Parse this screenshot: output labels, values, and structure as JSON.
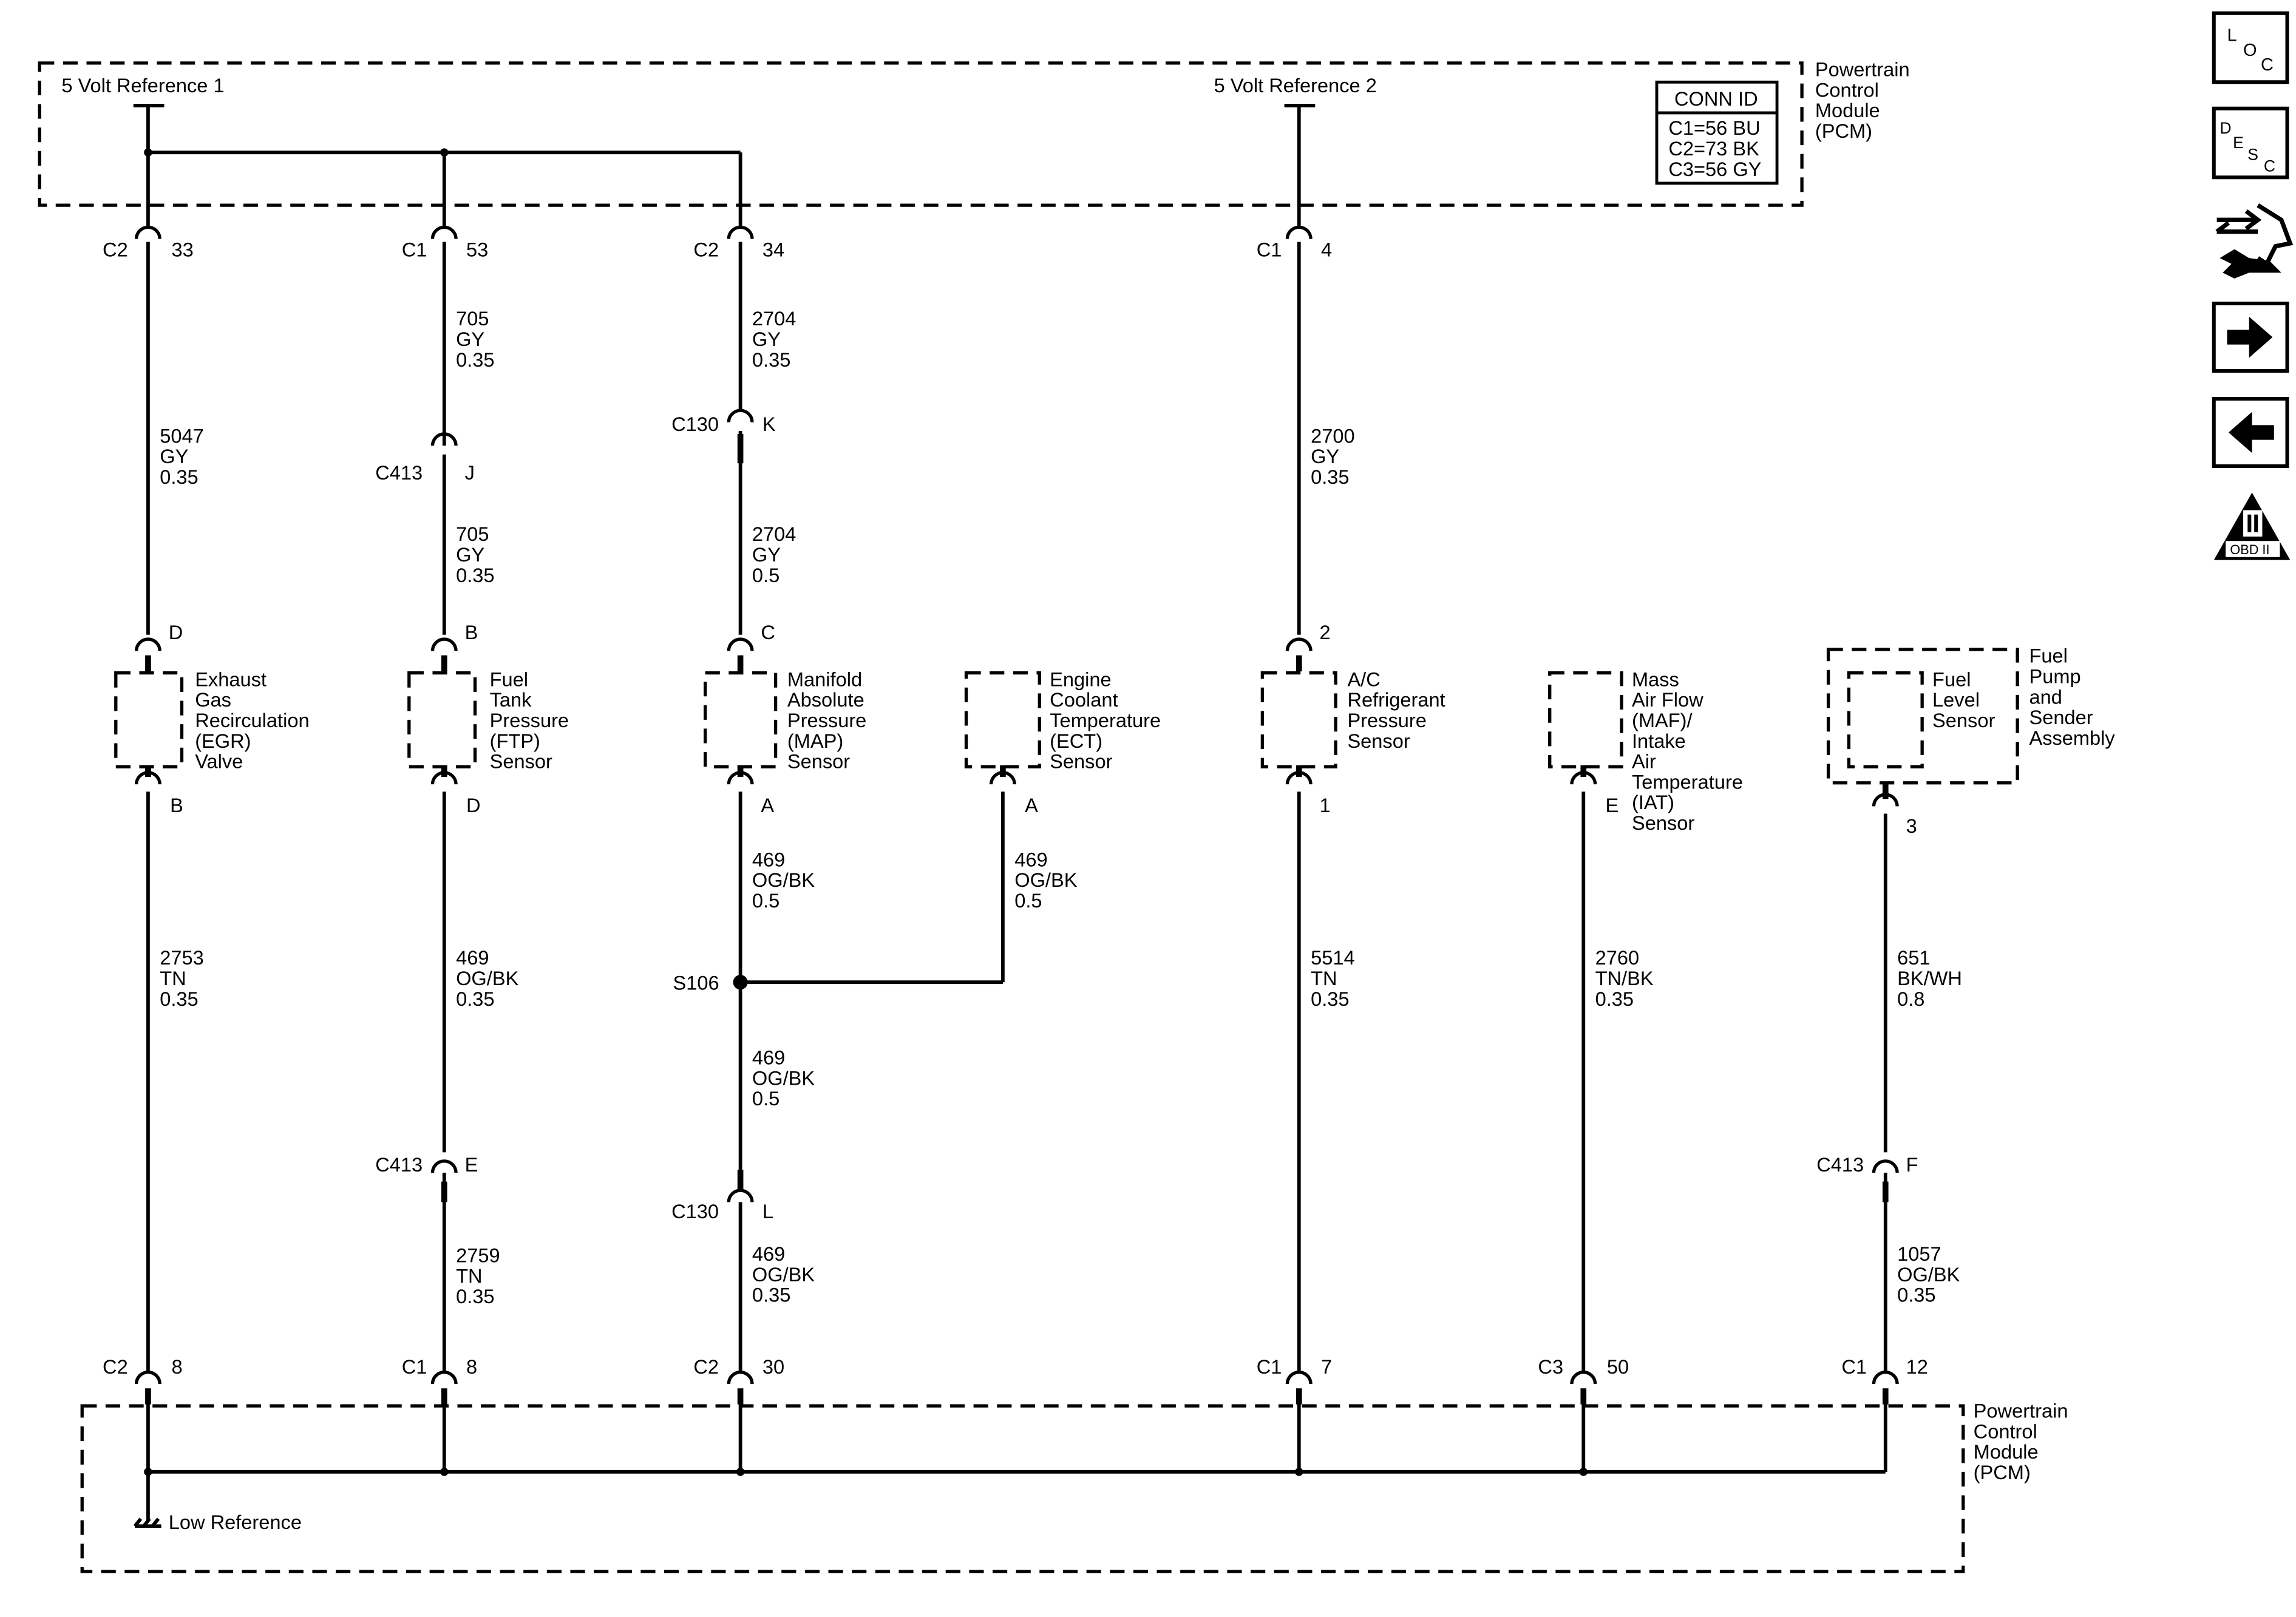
{
  "pcm_top": {
    "lines": [
      "Powertrain",
      "Control",
      "Module",
      "(PCM)"
    ]
  },
  "pcm_bottom": {
    "lines": [
      "Powertrain",
      "Control",
      "Module",
      "(PCM)"
    ]
  },
  "ref1_label": "5 Volt Reference 1",
  "ref2_label": "5 Volt Reference 2",
  "low_ref_label": "Low Reference",
  "conn_table": {
    "header": "CONN ID",
    "rows": [
      "C1=56 BU",
      "C2=73 BK",
      "C3=56 GY"
    ]
  },
  "splice_s106": "S106",
  "top_pins": [
    {
      "conn": "C2",
      "pin": "33"
    },
    {
      "conn": "C1",
      "pin": "53"
    },
    {
      "conn": "C2",
      "pin": "34"
    },
    {
      "conn": "C1",
      "pin": "4"
    }
  ],
  "bottom_pins": [
    {
      "conn": "C2",
      "pin": "8"
    },
    {
      "conn": "C1",
      "pin": "8"
    },
    {
      "conn": "C2",
      "pin": "30"
    },
    {
      "conn": "C1",
      "pin": "7"
    },
    {
      "conn": "C3",
      "pin": "50"
    },
    {
      "conn": "C1",
      "pin": "12"
    }
  ],
  "inline_connectors": [
    {
      "name": "C130",
      "pin": "K"
    },
    {
      "name": "C413",
      "pin": "J"
    },
    {
      "name": "C413",
      "pin": "E"
    },
    {
      "name": "C130",
      "pin": "L"
    },
    {
      "name": "C413",
      "pin": "F"
    }
  ],
  "component_pins": {
    "egr_top": "D",
    "egr_bottom": "B",
    "ftp_top": "B",
    "ftp_bottom": "D",
    "map_top": "C",
    "map_bottom": "A",
    "ect_bottom": "A",
    "acp_top": "2",
    "acp_bottom": "1",
    "maf_bottom": "E",
    "fls_bottom": "3"
  },
  "wires": [
    {
      "circuit": "5047",
      "color": "GY",
      "size": "0.35"
    },
    {
      "circuit": "705",
      "color": "GY",
      "size": "0.35"
    },
    {
      "circuit": "705",
      "color": "GY",
      "size": "0.35"
    },
    {
      "circuit": "2704",
      "color": "GY",
      "size": "0.35"
    },
    {
      "circuit": "2704",
      "color": "GY",
      "size": "0.5"
    },
    {
      "circuit": "2700",
      "color": "GY",
      "size": "0.35"
    },
    {
      "circuit": "2753",
      "color": "TN",
      "size": "0.35"
    },
    {
      "circuit": "469",
      "color": "OG/BK",
      "size": "0.35"
    },
    {
      "circuit": "2759",
      "color": "TN",
      "size": "0.35"
    },
    {
      "circuit": "469",
      "color": "OG/BK",
      "size": "0.5"
    },
    {
      "circuit": "469",
      "color": "OG/BK",
      "size": "0.5"
    },
    {
      "circuit": "469",
      "color": "OG/BK",
      "size": "0.5"
    },
    {
      "circuit": "469",
      "color": "OG/BK",
      "size": "0.35"
    },
    {
      "circuit": "5514",
      "color": "TN",
      "size": "0.35"
    },
    {
      "circuit": "2760",
      "color": "TN/BK",
      "size": "0.35"
    },
    {
      "circuit": "651",
      "color": "BK/WH",
      "size": "0.8"
    },
    {
      "circuit": "1057",
      "color": "OG/BK",
      "size": "0.35"
    }
  ],
  "components": {
    "egr": [
      "Exhaust",
      "Gas",
      "Recirculation",
      "(EGR)",
      "Valve"
    ],
    "ftp": [
      "Fuel",
      "Tank",
      "Pressure",
      "(FTP)",
      "Sensor"
    ],
    "map": [
      "Manifold",
      "Absolute",
      "Pressure",
      "(MAP)",
      "Sensor"
    ],
    "ect": [
      "Engine",
      "Coolant",
      "Temperature",
      "(ECT)",
      "Sensor"
    ],
    "acp": [
      "A/C",
      "Refrigerant",
      "Pressure",
      "Sensor"
    ],
    "maf": [
      "Mass",
      "Air Flow",
      "(MAF)/",
      "Intake",
      "Air",
      "Temperature",
      "(IAT)",
      "Sensor"
    ],
    "fls": [
      "Fuel",
      "Level",
      "Sensor"
    ],
    "fpsa": [
      "Fuel",
      "Pump",
      "and",
      "Sender",
      "Assembly"
    ]
  },
  "sidebar": {
    "loc": [
      "L",
      "O",
      "C"
    ],
    "desc": [
      "D",
      "E",
      "S",
      "C"
    ],
    "obd_label": "OBD II",
    "icons": [
      "loc-icon",
      "desc-icon",
      "connector-wrench-icon",
      "arrow-right-icon",
      "arrow-left-icon",
      "obd-ii-icon"
    ]
  }
}
